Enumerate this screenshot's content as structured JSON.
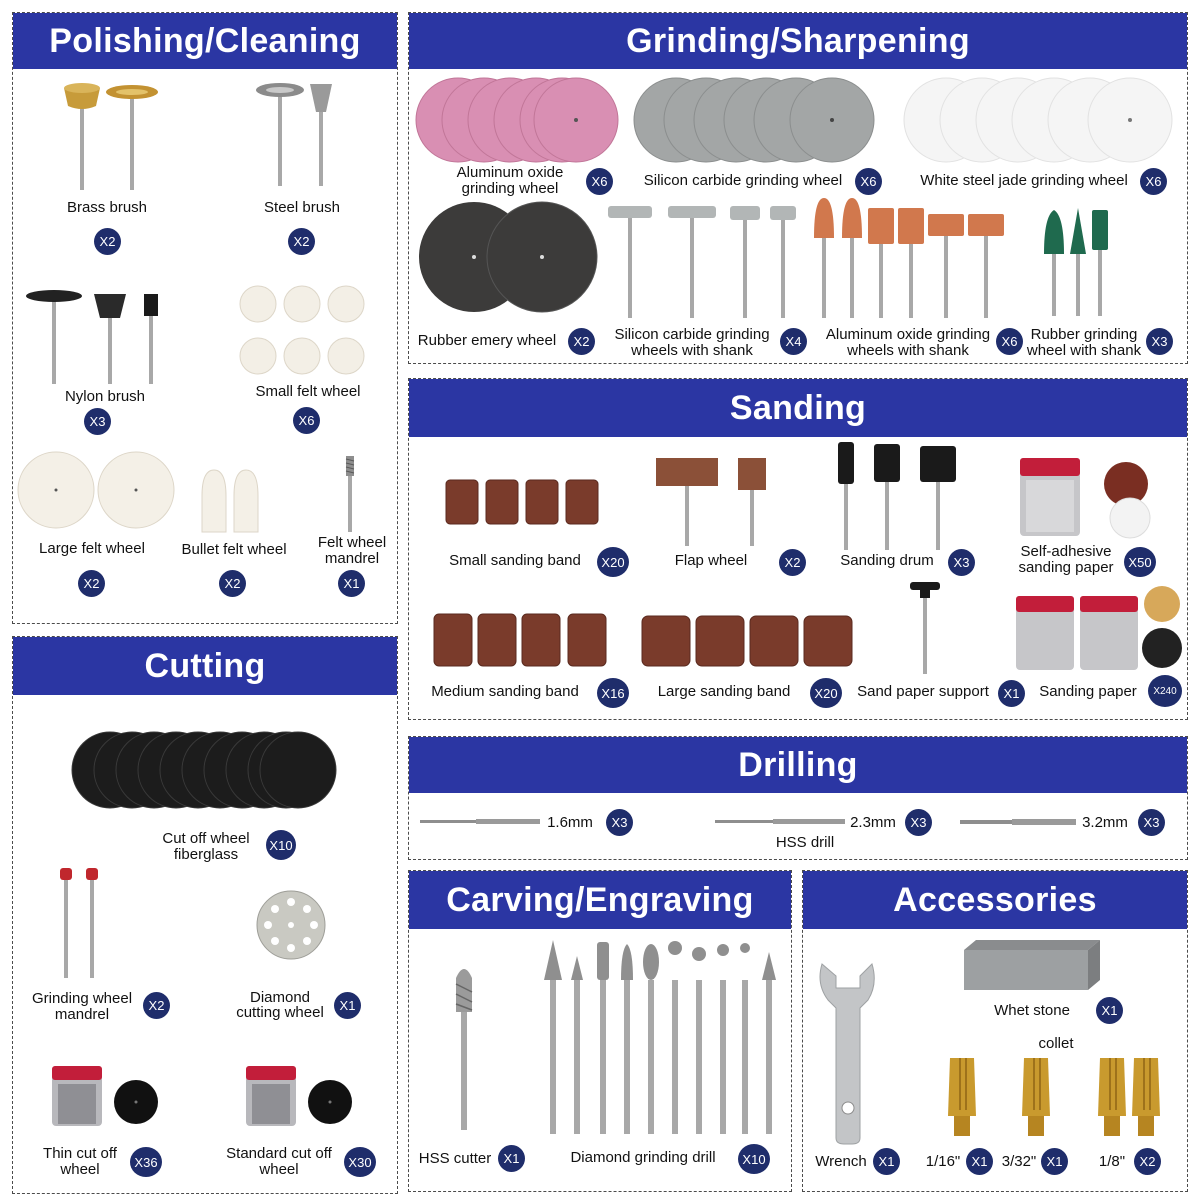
{
  "sections": {
    "polishing": "Polishing/Cleaning",
    "grinding": "Grinding/Sharpening",
    "sanding": "Sanding",
    "cutting": "Cutting",
    "drilling": "Drilling",
    "carving": "Carving/Engraving",
    "accessories": "Accessories"
  },
  "polishing": {
    "brass_brush": {
      "name": "Brass brush",
      "qty": "X2"
    },
    "steel_brush": {
      "name": "Steel brush",
      "qty": "X2"
    },
    "nylon_brush": {
      "name": "Nylon brush",
      "qty": "X3"
    },
    "small_felt": {
      "name": "Small felt wheel",
      "qty": "X6"
    },
    "large_felt": {
      "name": "Large felt wheel",
      "qty": "X2"
    },
    "bullet_felt": {
      "name": "Bullet felt wheel",
      "qty": "X2"
    },
    "felt_mandrel": {
      "name1": "Felt wheel",
      "name2": "mandrel",
      "qty": "X1"
    }
  },
  "grinding": {
    "alu_oxide": {
      "name1": "Aluminum oxide",
      "name2": "grinding wheel",
      "qty": "X6"
    },
    "silicon_carbide": {
      "name": "Silicon carbide grinding wheel",
      "qty": "X6"
    },
    "white_jade": {
      "name": "White steel jade grinding wheel",
      "qty": "X6"
    },
    "rubber_emery": {
      "name": "Rubber emery wheel",
      "qty": "X2"
    },
    "sic_shank": {
      "name1": "Silicon carbide grinding",
      "name2": "wheels with shank",
      "qty": "X4"
    },
    "alu_shank": {
      "name1": "Aluminum oxide grinding",
      "name2": "wheels with shank",
      "qty": "X6"
    },
    "rubber_shank": {
      "name1": "Rubber grinding",
      "name2": "wheel with shank",
      "qty": "X3"
    }
  },
  "sanding": {
    "small_band": {
      "name": "Small sanding band",
      "qty": "X20"
    },
    "flap_wheel": {
      "name": "Flap wheel",
      "qty": "X2"
    },
    "drum": {
      "name": "Sanding drum",
      "qty": "X3"
    },
    "self_adhesive": {
      "name1": "Self-adhesive",
      "name2": "sanding paper",
      "qty": "X50"
    },
    "medium_band": {
      "name": "Medium sanding band",
      "qty": "X16"
    },
    "large_band": {
      "name": "Large sanding band",
      "qty": "X20"
    },
    "support": {
      "name": "Sand paper support",
      "qty": "X1"
    },
    "paper": {
      "name": "Sanding paper",
      "qty": "X240"
    }
  },
  "cutting": {
    "fiberglass": {
      "name1": "Cut off wheel",
      "name2": "fiberglass",
      "qty": "X10"
    },
    "mandrel": {
      "name1": "Grinding wheel",
      "name2": "mandrel",
      "qty": "X2"
    },
    "diamond": {
      "name1": "Diamond",
      "name2": "cutting wheel",
      "qty": "X1"
    },
    "thin": {
      "name1": "Thin cut off",
      "name2": "wheel",
      "qty": "X36"
    },
    "standard": {
      "name1": "Standard cut off",
      "name2": "wheel",
      "qty": "X30"
    }
  },
  "drilling": {
    "d1": {
      "size": "1.6mm",
      "qty": "X3"
    },
    "d2": {
      "size": "2.3mm",
      "qty": "X3"
    },
    "d3": {
      "size": "3.2mm",
      "qty": "X3"
    },
    "caption": "HSS drill"
  },
  "carving": {
    "hss_cutter": {
      "name": "HSS cutter",
      "qty": "X1"
    },
    "diamond_drill": {
      "name": "Diamond grinding drill",
      "qty": "X10"
    }
  },
  "accessories": {
    "whet_stone": {
      "name": "Whet stone",
      "qty": "X1"
    },
    "collet_title": "collet",
    "wrench": {
      "name": "Wrench",
      "qty": "X1"
    },
    "c1": {
      "size": "1/16\"",
      "qty": "X1"
    },
    "c2": {
      "size": "3/32\"",
      "qty": "X1"
    },
    "c3": {
      "size": "1/8\"",
      "qty": "X2"
    }
  },
  "colors": {
    "header": "#2b36a3",
    "badge": "#1f2d6b"
  }
}
